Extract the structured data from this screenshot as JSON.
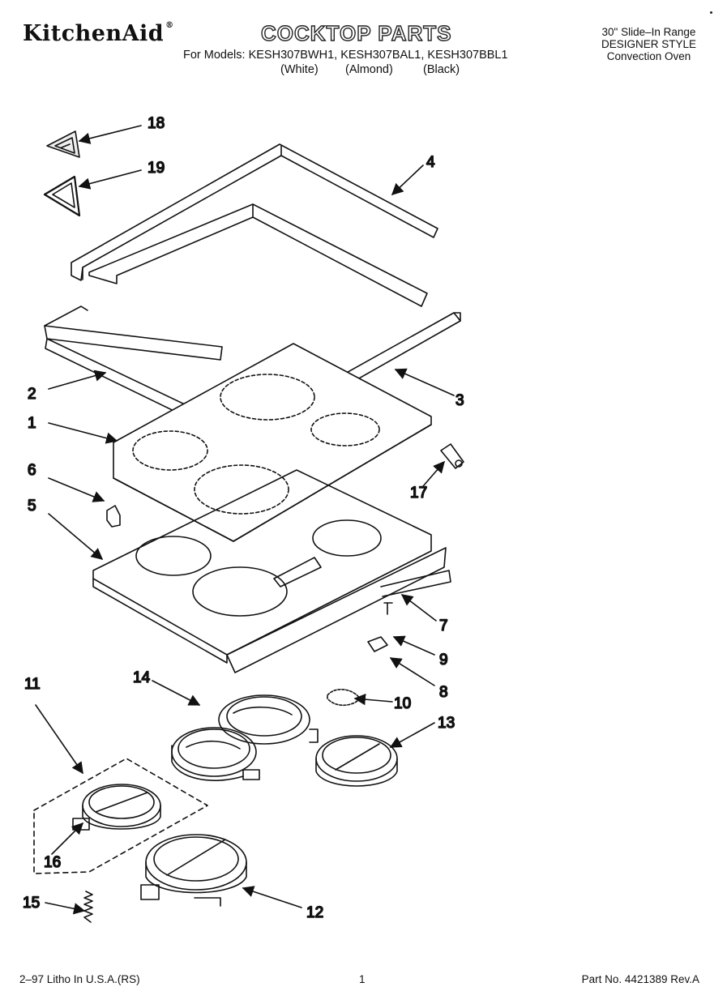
{
  "header": {
    "brand": "KitchenAid",
    "title": "COCKTOP PARTS",
    "models_line": "For Models: KESH307BWH1, KESH307BAL1, KESH307BBL1",
    "colors": [
      "(White)",
      "(Almond)",
      "(Black)"
    ],
    "range_line1": "30\" Slide–In Range",
    "range_line2": "DESIGNER STYLE",
    "range_line3": "Convection Oven"
  },
  "callouts": [
    "18",
    "19",
    "4",
    "2",
    "3",
    "1",
    "6",
    "17",
    "5",
    "7",
    "9",
    "8",
    "14",
    "10",
    "11",
    "13",
    "16",
    "15",
    "12"
  ],
  "footer": {
    "left": "2–97 Litho In U.S.A.(RS)",
    "page": "1",
    "part_no": "Part No. 4421389 Rev.A"
  }
}
